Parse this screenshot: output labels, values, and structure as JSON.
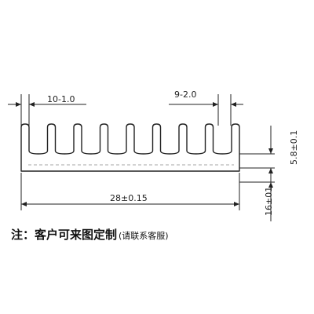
{
  "drawing": {
    "dims": {
      "fin_top_width": "10-1.0",
      "fin_gap": "9-2.0",
      "overall_width": "28±0.15",
      "base_thickness": "5.8±0.1",
      "overall_height": "16±01"
    },
    "fin_count": 9,
    "colors": {
      "line": "#222222",
      "text": "#222222"
    }
  },
  "note": {
    "main": "注：客户可来图定制",
    "sub": "(请联系客服)"
  }
}
